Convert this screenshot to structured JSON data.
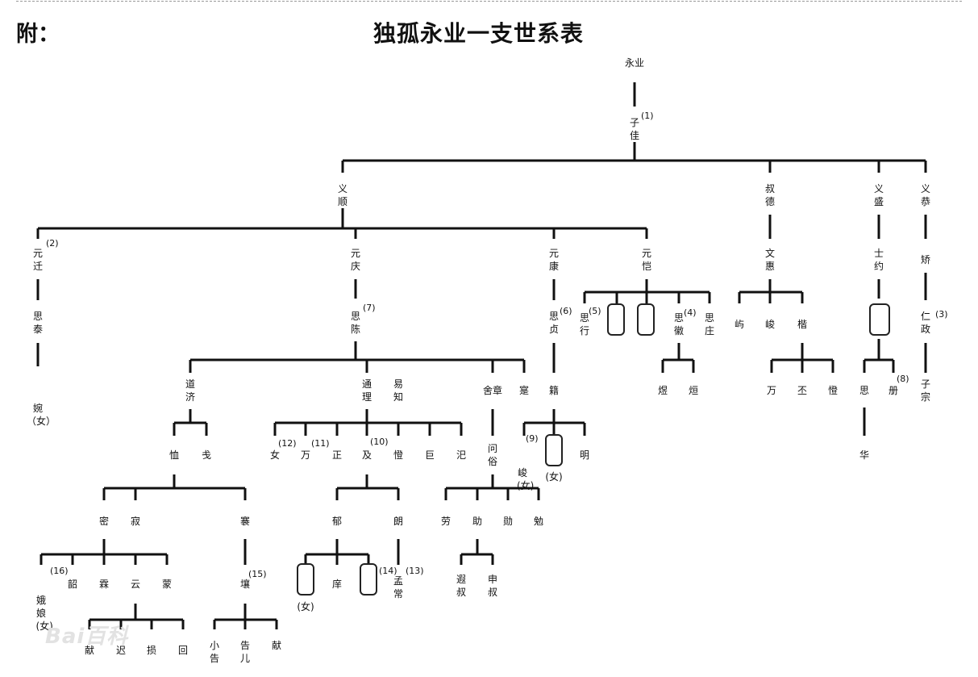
{
  "header": {
    "fu_label": "附：",
    "title": "独孤永业一支世系表"
  },
  "names": {
    "yongye": "永业",
    "zijia": "子佳",
    "yishun": "义顺",
    "shude": "叔德",
    "yisheng": "义盛",
    "yigong": "义恭",
    "yuanqian": "元迁",
    "yuanqing": "元庆",
    "yuankang": "元康",
    "yuankai": "元恺",
    "wenhui": "文惠",
    "shiyue": "士约",
    "jiao": "矫",
    "sitai": "思泰",
    "sichen": "思陈",
    "sizhen": "思贞",
    "sixing": "思行",
    "sihui": "思徽",
    "sizhuang": "思庄",
    "yu1": "屿",
    "jun": "峻",
    "kai": "楷",
    "renzheng": "仁政",
    "wan_nv": "婉（女）",
    "daoji": "道济",
    "tongli": "通理",
    "yizhi": "易知",
    "shezhang": "舍章",
    "shi": "寔",
    "ji": "籍",
    "yu2": "煜",
    "xuan": "烜",
    "wan1": "万",
    "pi": "丕",
    "deng1": "憕",
    "si": "思",
    "zice": "册",
    "zizong": "子宗",
    "jun2": "峻(女)",
    "nv_box_ji": "(女)",
    "ming": "明",
    "hua": "华",
    "xun": "恤",
    "jian": "戋",
    "nv12": "女",
    "wan11": "万",
    "zheng": "正",
    "ji10": "及",
    "deng2": "憕",
    "ju": "巨",
    "si2": "汜",
    "wensu": "问俗",
    "mi": "密",
    "ji_": "寂",
    "qian": "褰",
    "yu3": "郁",
    "lang": "朗",
    "lao": "劳",
    "zhu": "助",
    "xun2": "勋",
    "mian": "勉",
    "eniang": "娥娘(女)",
    "shao": "韶",
    "lin": "霖",
    "yun": "云",
    "meng": "蒙",
    "rang": "壤",
    "nv_box_yu": "(女)",
    "xiang": "庠",
    "mengchang": "孟常",
    "xiashu": "遐叔",
    "shenshu": "申叔",
    "xian1": "献",
    "chi": "迟",
    "sun": "损",
    "hui": "回",
    "xiaogao": "小告",
    "gaoer": "告儿",
    "xian2": "献"
  },
  "notes": {
    "n1": "(1)",
    "n2": "(2)",
    "n3": "(3)",
    "n4": "(4)",
    "n5": "(5)",
    "n6": "(6)",
    "n7": "(7)",
    "n8": "(8)",
    "n9": "(9)",
    "n10": "(10)",
    "n11": "(11)",
    "n12": "(12)",
    "n13": "(13)",
    "n14": "(14)",
    "n15": "(15)",
    "n16": "(16)"
  },
  "watermark": "Bai百科"
}
